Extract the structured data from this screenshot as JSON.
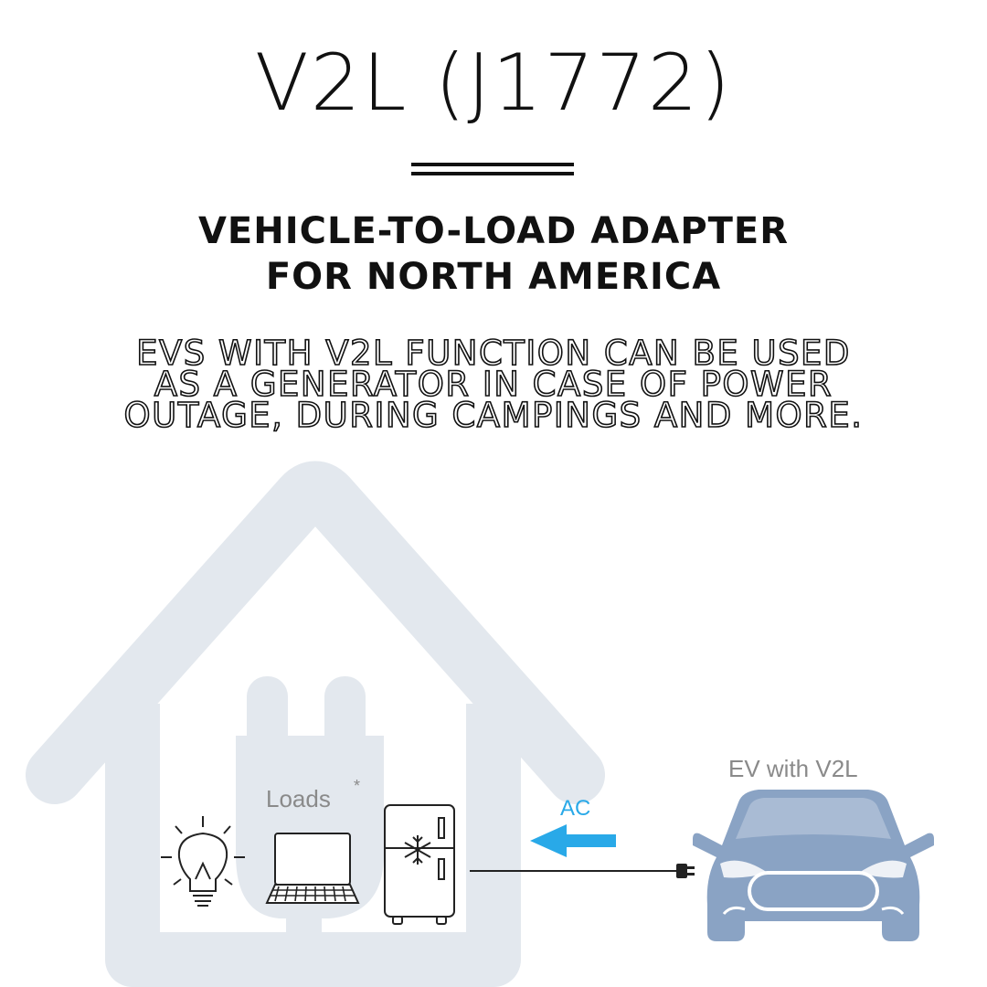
{
  "header": {
    "title": "V2L (J1772)",
    "subtitle_line1": "VEHICLE-TO-LOAD ADAPTER",
    "subtitle_line2": "FOR NORTH AMERICA",
    "desc_line1": "EVS WITH V2L FUNCTION CAN BE USED",
    "desc_line2": "AS A GENERATOR IN CASE OF POWER",
    "desc_line3": "OUTAGE, DURING CAMPINGS AND MORE."
  },
  "diagram": {
    "loads_label": "Loads",
    "loads_marker": "*",
    "ac_label": "AC",
    "ev_label": "EV with V2L"
  },
  "colors": {
    "house": "#e3e8ee",
    "arrow": "#29a9e8",
    "car": "#8aa3c4"
  },
  "icons": [
    "house-icon",
    "plug-icon",
    "light-bulb-icon",
    "laptop-icon",
    "refrigerator-icon",
    "snowflake-icon",
    "arrow-left-icon",
    "power-plug-icon",
    "electric-car-icon"
  ]
}
